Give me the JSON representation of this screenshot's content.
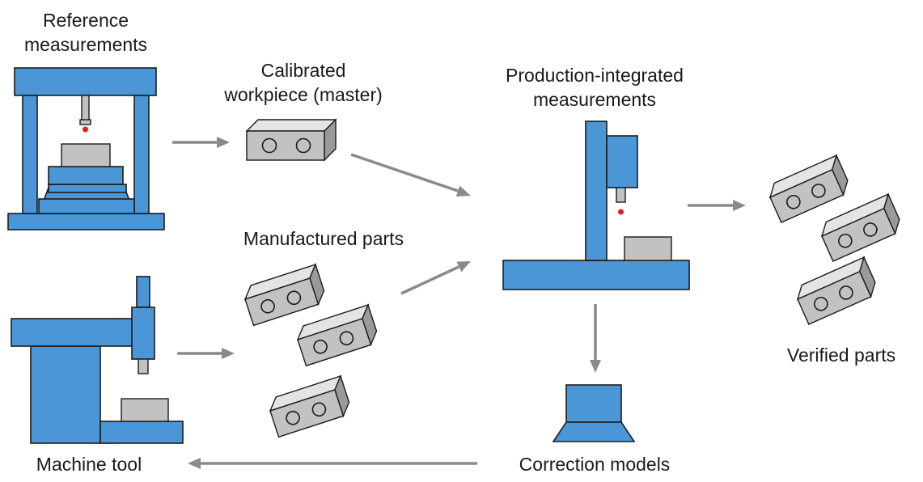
{
  "labels": {
    "reference_l1": "Reference",
    "reference_l2": "measurements",
    "calibrated_l1": "Calibrated",
    "calibrated_l2": "workpiece (master)",
    "production_l1": "Production-integrated",
    "production_l2": "measurements",
    "manufactured": "Manufactured parts",
    "verified": "Verified parts",
    "machine_tool": "Machine tool",
    "correction": "Correction models"
  },
  "colors": {
    "machine_blue": "#4a96d6",
    "part_grey": "#c2c2c2",
    "arrow_grey": "#8a8a8a",
    "probe_tip_red": "#e02020"
  }
}
